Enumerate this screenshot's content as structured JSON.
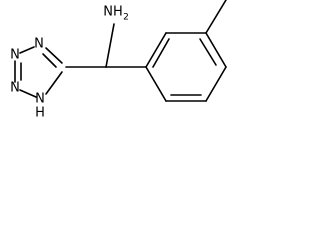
{
  "molecule": {
    "amine_label": "NH",
    "amine_subscript": "2",
    "ring_n1": "N",
    "ring_n2": "N",
    "ring_n3": "N",
    "ring_nh": "N",
    "ring_nh_h": "H",
    "bond_color": "#000000"
  }
}
